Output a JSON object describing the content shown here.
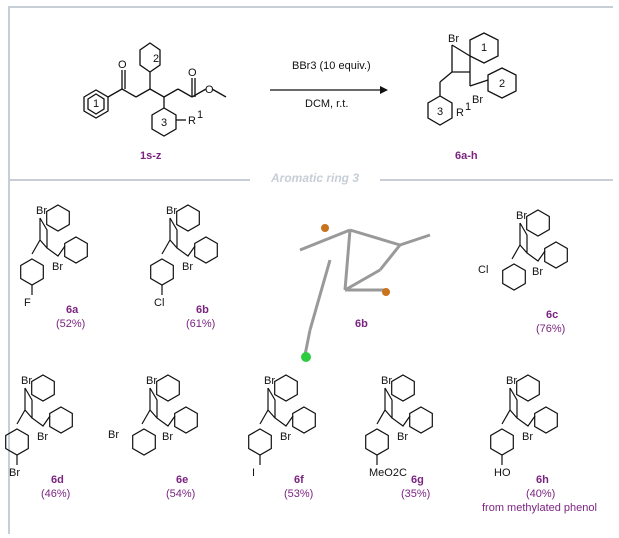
{
  "scheme": {
    "starting_material": "1s-z",
    "product": "6a-h",
    "reagent": "BBr3 (10 equiv.)",
    "conditions": "DCM, r.t.",
    "section_label": "Aromatic ring 3",
    "ring_numbers": [
      "1",
      "2",
      "3"
    ],
    "substituent_label": "R1"
  },
  "compounds": [
    {
      "id": "6a",
      "yield": "(52%)",
      "sub": "F"
    },
    {
      "id": "6b",
      "yield": "(61%)",
      "sub": "Cl"
    },
    {
      "id": "6b",
      "yield": "",
      "sub": "crystal structure"
    },
    {
      "id": "6c",
      "yield": "(76%)",
      "sub": "Cl"
    },
    {
      "id": "6d",
      "yield": "(46%)",
      "sub": "Br"
    },
    {
      "id": "6e",
      "yield": "(54%)",
      "sub": "Br"
    },
    {
      "id": "6f",
      "yield": "(53%)",
      "sub": "I"
    },
    {
      "id": "6g",
      "yield": "(35%)",
      "sub": "MeO2C"
    },
    {
      "id": "6h",
      "yield": "(40%)",
      "sub": "HO",
      "note": "from methylated phenol"
    }
  ],
  "atoms": {
    "br": "Br",
    "o": "O"
  }
}
